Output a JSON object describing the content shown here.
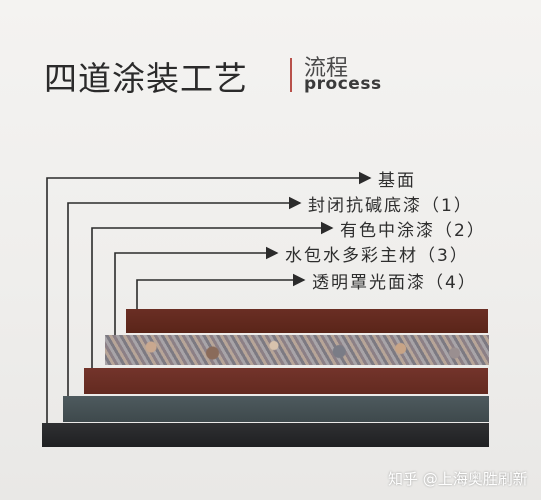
{
  "header": {
    "title": "四道涂装工艺",
    "subtitle_cn": "流程",
    "subtitle_en": "process"
  },
  "labels": [
    {
      "text": "基面"
    },
    {
      "text": "封闭抗碱底漆（1）"
    },
    {
      "text": "有色中涂漆（2）"
    },
    {
      "text": "水包水多彩主材（3）"
    },
    {
      "text": "透明罩光面漆（4）"
    }
  ],
  "layers": [
    {
      "name": "透明罩光面漆",
      "color": "#5e281c"
    },
    {
      "name": "水包水多彩主材",
      "color": "#9e9494"
    },
    {
      "name": "有色中涂漆",
      "color": "#6b2f25"
    },
    {
      "name": "封闭抗碱底漆",
      "color": "#465255"
    },
    {
      "name": "基面",
      "color": "#27282a"
    }
  ],
  "watermark": "知乎 @上海奥胜刷新"
}
